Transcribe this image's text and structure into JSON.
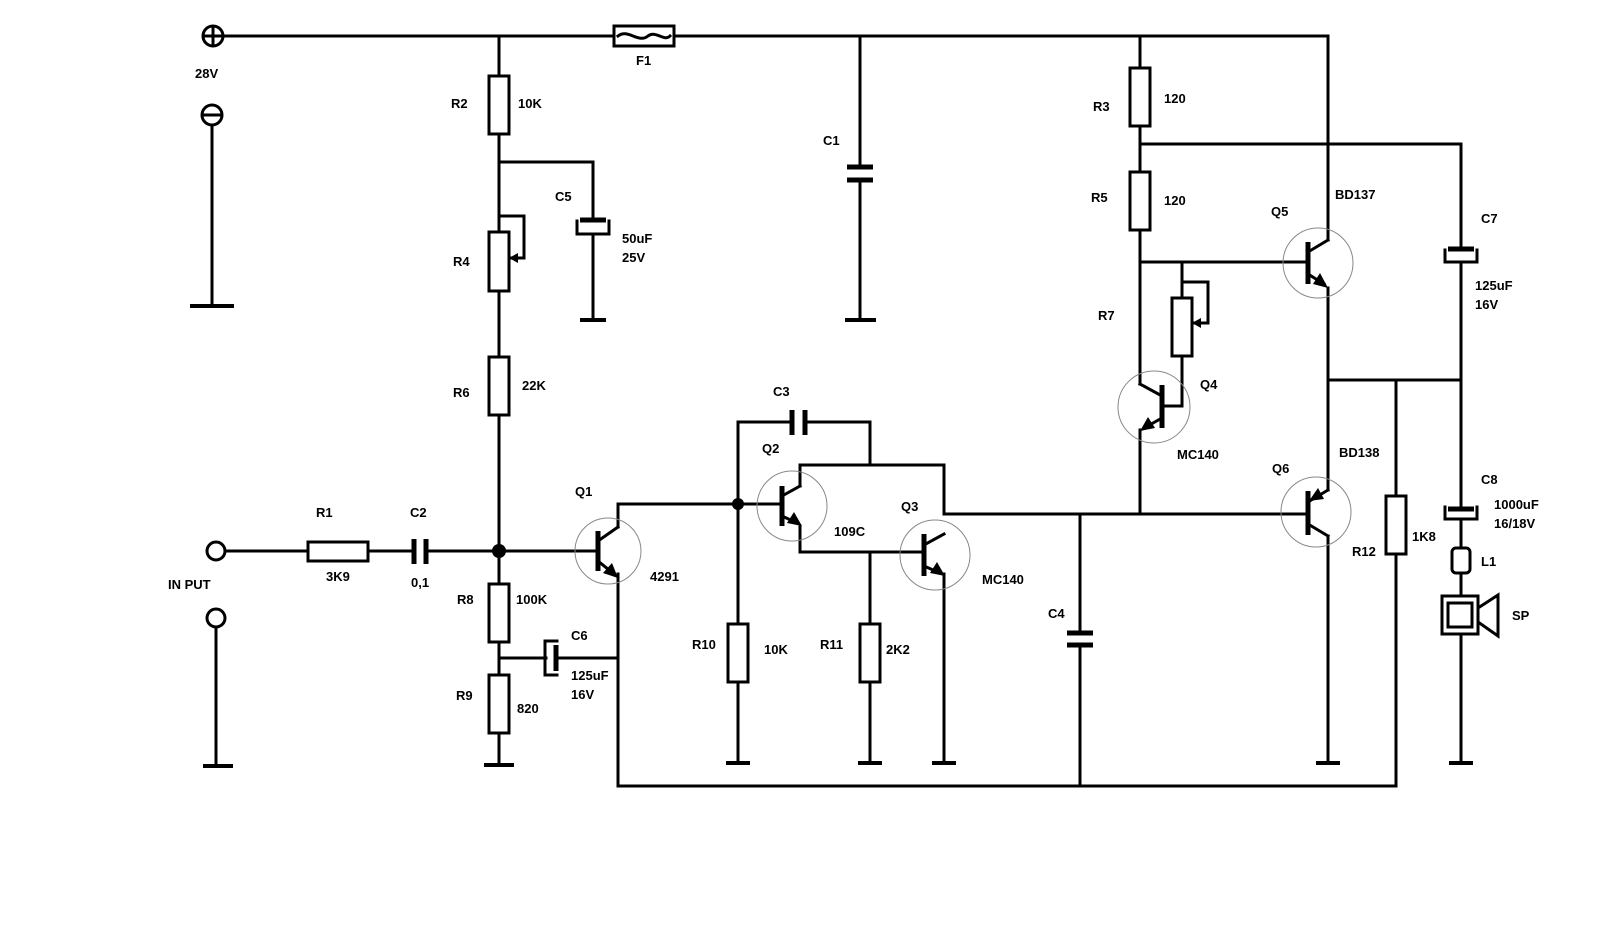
{
  "supply": {
    "plus": "+",
    "minus": "−",
    "voltage": "28V"
  },
  "input": {
    "label": "IN PUT"
  },
  "components": {
    "F1": {
      "ref": "F1"
    },
    "R1": {
      "ref": "R1",
      "value": "3K9"
    },
    "R2": {
      "ref": "R2",
      "value": "10K"
    },
    "R3": {
      "ref": "R3",
      "value": "120"
    },
    "R4": {
      "ref": "R4"
    },
    "R5": {
      "ref": "R5",
      "value": "120"
    },
    "R6": {
      "ref": "R6",
      "value": "22K"
    },
    "R7": {
      "ref": "R7"
    },
    "R8": {
      "ref": "R8",
      "value": "100K"
    },
    "R9": {
      "ref": "R9",
      "value": "820"
    },
    "R10": {
      "ref": "R10",
      "value": "10K"
    },
    "R11": {
      "ref": "R11",
      "value": "2K2"
    },
    "R12": {
      "ref": "R12",
      "value": "1K8"
    },
    "C1": {
      "ref": "C1"
    },
    "C2": {
      "ref": "C2",
      "value": "0,1"
    },
    "C3": {
      "ref": "C3"
    },
    "C4": {
      "ref": "C4"
    },
    "C5": {
      "ref": "C5",
      "value": "50uF",
      "rating": "25V"
    },
    "C6": {
      "ref": "C6",
      "value": "125uF",
      "rating": "16V"
    },
    "C7": {
      "ref": "C7",
      "value": "125uF",
      "rating": "16V"
    },
    "C8": {
      "ref": "C8",
      "value": "1000uF",
      "rating": "16/18V"
    },
    "Q1": {
      "ref": "Q1",
      "part": "4291"
    },
    "Q2": {
      "ref": "Q2",
      "part": "109C"
    },
    "Q3": {
      "ref": "Q3",
      "part": "MC140"
    },
    "Q4": {
      "ref": "Q4",
      "part": "MC140"
    },
    "Q5": {
      "ref": "Q5",
      "part": "BD137"
    },
    "Q6": {
      "ref": "Q6",
      "part": "BD138"
    },
    "L1": {
      "ref": "L1"
    },
    "SP": {
      "ref": "SP"
    }
  }
}
